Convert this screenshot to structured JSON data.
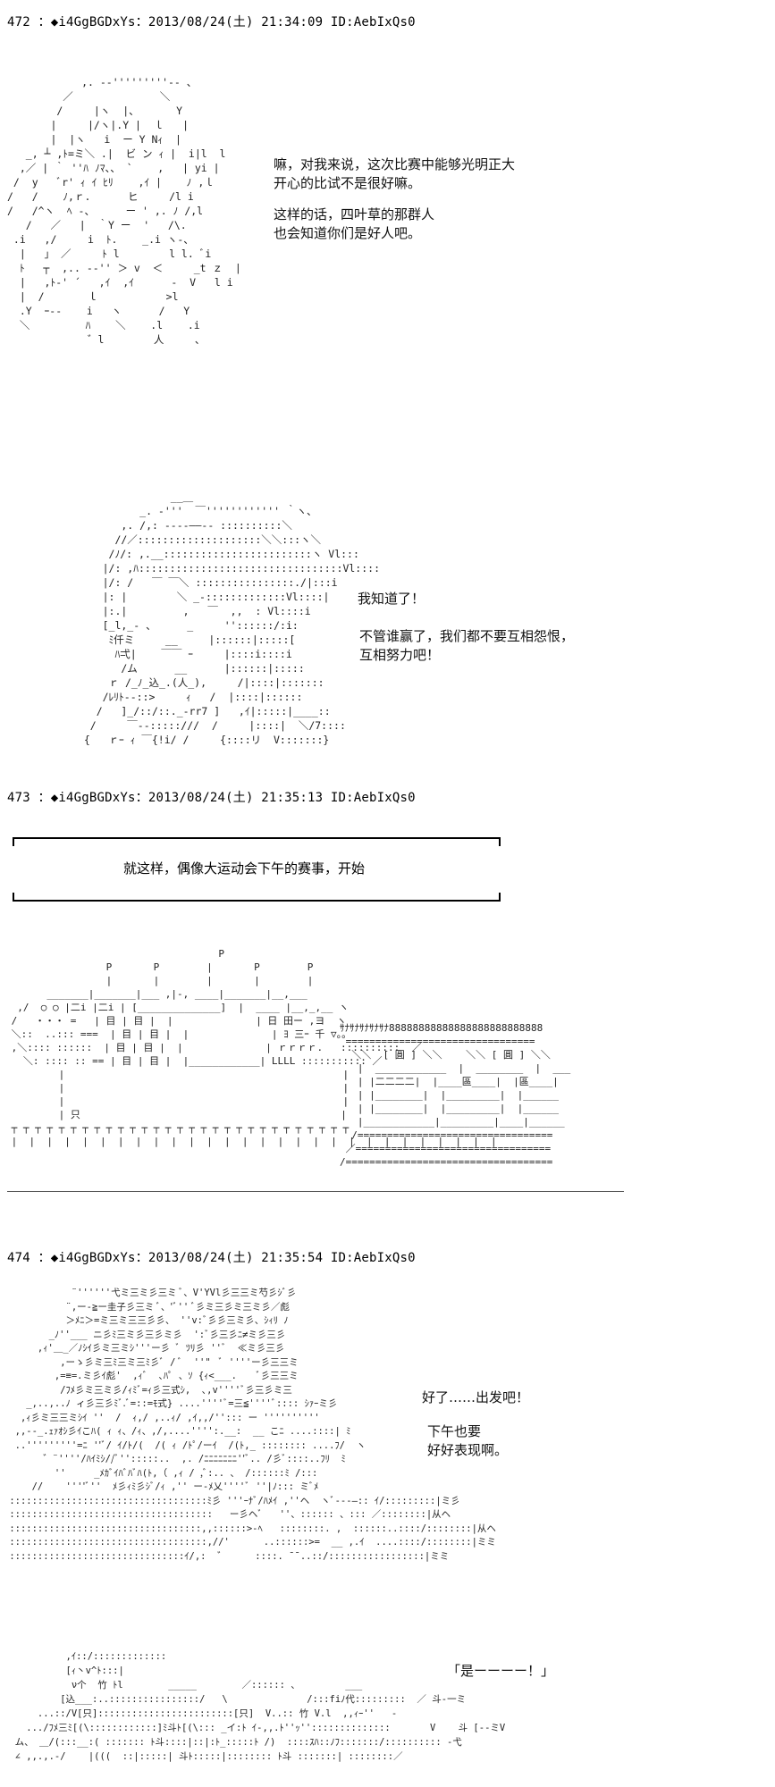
{
  "posts": [
    {
      "header": "472 ：◆i4GgBGDxYs：2013/08/24(土) 21:34:09 ID:AebIxQs0",
      "art": "            ,. -‐'''''''''‐- 、\n         ／              ＼\n        /     |ヽ  |、      Y\n       |     |/ヽ|.Y |  ｌ   |\n       |  |ヽ   i  ー Y Nｨ  |\n   _, ┴ ,ﾄ=ミ＼ .|  ビ ン ｨ |  i|l  l\n  ,／ | ｀ ''ﾊ ﾉﾏ、、 `    ,   | yi |\n /  y   ﾞr' ｨ ｲ ﾋﾘ    ,ｲ |    ﾉ ,ｌ\n/   /    ﾉ,ｒ.      ヒ     /l i\n/   /^ヽ  ﾍ -、     ー ' ,. ﾉ /,l\n   /   ／   |  ｀Y ー  '   /\\.\n .i   ,/     i  ﾄ.    _.i ヽ-、\n  |   」 ／     ﾄ l        l l. ﾞi\n  ﾄ   ┬  ,.. -‐'' ＞ v  ＜     _t ｚ  |\n  |   ,ﾄ‐' ´   ,ｲ  ,ｲ      ‐  V   l i\n  |  /       ｌ           >l\n  .Y  ｰ-‐    i   ヽ      /   Y\n  ＼         ﾊ    ＼    .l    .i\n             ゛l        人     、",
      "dialog_a": "嘛，对我来说，这次比赛中能够光明正大\n开心的比试不是很好嘛。",
      "dialog_b": "这样的话，四叶草的那群人\n也会知道你们是好人吧。",
      "art2": "                __＿\n           _. -'''  ￣'''''''''''' ｀ヽ、\n        ,. /,: ----――‐‐ ::::::::::＼\n       //／::::::::::::::::::::＼＼:::ヽ＼\n      /ﾉ/: ,.__::::::::::::::::::::::::ヽ Vl:::\n     |/: ,ﾊ:::::::::::::::::::::::::::::::::Vl::::\n     |/: /   ￣ ￣＼ ::::::::::::::::./|:::i\n     |: |        ＼ _-:::::::::::::Vl::::|\n     |:.|         ,   ￣  ,,  : Vl::::i\n     [_l,_- 、     _     ''::::::/:i:\n      ﾐ仟ミ     __     |::::::|:::::[\n       ﾊ弌|    ￣￣ ｰ     |::::i::::i\n        /ム      __      |::::::|:::::\n      ｒ /_ﾉ_込_.(人_),     /|::::|:::::::\n     /ﾚﾘﾄ-‐::>     ｨ   /  |::::|::::::\n    /   ]_/::/::._-rr7 ]   ,ｲ|:::::|____::\n   /     ￣--:::::///  /     |::::|  ＼/7::::\n  {   ｒｰ ｨ ￣{!i/ /     {::::リ  V:::::::}",
      "dialog_c": "我知道了！",
      "dialog_d": "不管谁赢了，我们都不要互相怨恨，\n互相努力吧！"
    },
    {
      "header": "473 ：◆i4GgBGDxYs：2013/08/24(土) 21:35:13 ID:AebIxQs0",
      "narration": "就这样，偶像大运动会下午的赛事，开始",
      "art": "                                    P\n                 P       P        |       P        P\n                 |       |        |       |        |\n       _______|_______|___ ,|-, ____|_______|__,___\n  ,/  ○ ○ |二i |二i | [______________]  |  ____ |__,_,__ ヽ\n /   ・・・ =   | 目 | 目 |  |              | 日 田ー ,ヨ  ヽ\n ＼::  ..::: ===  | 目 | 目 |  |              | ﾖ 三ｰ 千 ▽。。\n ,＼:::: ::::::  | 目 | 目 |  |              | ｒｒｒｒ.   ::::::::::  ／\n   ＼: :::: :: == | 目 | 目 |  |____________| LLLL ::::::::::: ／\n         |                                               |\n         |                                               |\n         |                                               |\n         | 只                                            |\n ┬ ┬ ┬ ┬ ┬ ┬ ┬ ┬ ┬ ┬ ┬ ┬ ┬ ┬ ┬ ┬ ┬ ┬ ┬ ┬ ┬ ┬ ┬ ┬ ┬ ┬ ┬ ┬ ┬\n |  |  |  |  |  |  |  |  |  |  |  |  |  |  |  |  |  |  |  |  |  |  |  |  |  |  |  |",
      "art_right": "ｻﾅｻﾅｻﾅｻﾅｻﾅ88888888888888888888888888\n ================================\n  ＼＼  [ 圓 ] ＼＼    ＼＼ [ 圓 ] ＼＼\n   |  ____________  |  ________  |  ___\n   | |二二二二|  |____區____|  |區____|\n   | |________|  |_________|  |______\n   | |________|  |_________|  |______\n   |____________|_________|____|______\n  /=================================\n ／=================================\n/==================================="
    },
    {
      "header": "474 ：◆i4GgBGDxYs：2013/08/24(土) 21:35:54 ID:AebIxQs0",
      "art": "            ¨''''''弋ミ三ミ彡三ミ ﾞ、V'YVl彡三三ミ芍彡ｼﾞ彡\n           ¨,ー‐≧ー圭子彡三ミ ﾞ、'ﾞ'' ﾞ彡ミ三彡ミ三ミ彡／彪\n           ＞ﾒﾆ＞=ミ三ミ三三彡彡、 ''v:ﾞ彡彡三ミ彡、ｼｨﾘ ﾉ\n        _ﾉ''___ ニ彡ﾐ三ミ彡三彡ミ彡  ':ﾞ彡三彡ﾆ≠ミ彡三彡\n      ,ｨ'＿_／ﾉｼｲ彡ミ三ミｼ'''ー彡 ﾞ ﾂﾘ彡 ''ﾞ  ≪ミ彡三彡\n          ,ーゝ彡ミ三ﾐ三ミ三ﾐ彡ﾞ / ﾞ  ''\"  ﾞ ''''ー彡三三ミ\n         ,=≡=.ミ彡ｲ彪'  ,ｨﾞ  ､ﾊﾟ 、ｿ {ｨ<___.    ﾞ彡三三ミ\n          /ﾌﾒ彡ミ三ミ彡/ｨﾐﾞ=ｨ彡三式ｼ,  ､,v''''ﾞ彡三彡ミ三\n    _,..,..ﾉ ィ彡三彡ﾐﾞ.ﾞ=::=ﾓ式} ....''''ﾞ=三≦''''ﾞ:::: ｼｧｰミ彡\n   ,ｨ彡ミ三三ミｼｲ ''  /  ｨ,/ ,..ｨ/ ,ｲ,,/''::: ー ''''''''''\n  ,,--_.ｪｧｵｼ彡ｲこﾊ( ｨ ｨ、/ｨ、,/,....'''':.__:  __ こﾆ ....::::| ﾐ\n  ..'''''''''=ﾆ ''ﾞ/ ｲ/ﾄ/(  /( ｨ /ﾄﾟ/ーｲ  /(ﾄ,_ :::::::: ....ﾌ/  ヽ\n       ゛¨''''/ﾊｲﾐｼ//ﾞ'':::::..  ,. /ﾆﾆﾆﾆﾆﾆﾆ''ﾞ.. /彡ﾞ::::..ﾌﾘ  ﾐ\n         ''     _ﾒｶﾞｲﾊﾞﾊﾞﾊ(ﾄ,（ ,ｨ / ,ﾞ:.. 、 /::::::ﾐ /:::\n     //    ''''ﾞ''  ﾒ彡ｨﾐ彡ｼﾞ/ｨ ,'' ー‐ﾒ乂''''ﾞ ''|ﾉ::: ミﾞﾒ\n :::::::::::::::::::::::::::::::::::ﾐ彡 '''ｰﾅﾞ/ﾊﾒｲ ,''ヘ  ヽﾞ‐‐‐―:: ｲ/:::::::::|ミ彡\n ::::::::::::::::::::::::::::::::::::   ー彡ヘﾞ   ''、:::::: 、::: ／::::::::|从ヘ\n ::::::::::::::::::::::::::::::::::,,::::::>‐ﾍ   ::::::::. ,  ::::::..::::/::::::::|从ヘ\n :::::::::::::::::::::::::::::::::::,//'      ..::::::>=  __ ,.ｲ  ....::::/::::::::|ミミ\n :::::::::::::::::::::::::::::::ｲ/,:  ゛     ::::. ̄ ̄ ..::/:::::::::::::::::|ミミ",
      "dialog_a": "好了……出发吧！",
      "dialog_b": "下午也要\n好好表现啊。",
      "art2": "           ,ｲ::/:::::::::::::\n           [ｨ丶v^ﾄ:::|\n            ν个  竹 ﾄl        _____        ／:::::: 、        ___\n          [込___:..::::::::::::::::/   \\              /:::fiﾉ代:::::::::  ／ 斗‐一ミ\n      ...::/V[只]::::::::::::::::::::::::[只]  V..:: 竹 V.l  ,,ｨｰ''   ‐\n    .../ﾌﾒ三ﾐ[(\\::::::::::::]ﾐ斗ﾄ[(\\::: _イ:ﾄ ｲ‐,,.ﾄ''ｯ''::::::::::::::       V    斗 [--ミV\n  ム、 ＿/(:::__:( ::::::: ﾄ斗::::|::|:ﾄ_:::::ﾄ /)  ::::ｽﾊ::ﾉﾌ:::::::/:::::::::: ‐弋\n  ∠ ,,.,.-/    |(((  ::|:::::| 斗ﾄ:::::|:::::::: ﾄ斗 :::::::| ::::::::／",
      "dialog_c": "「是ーーーー！」"
    }
  ]
}
